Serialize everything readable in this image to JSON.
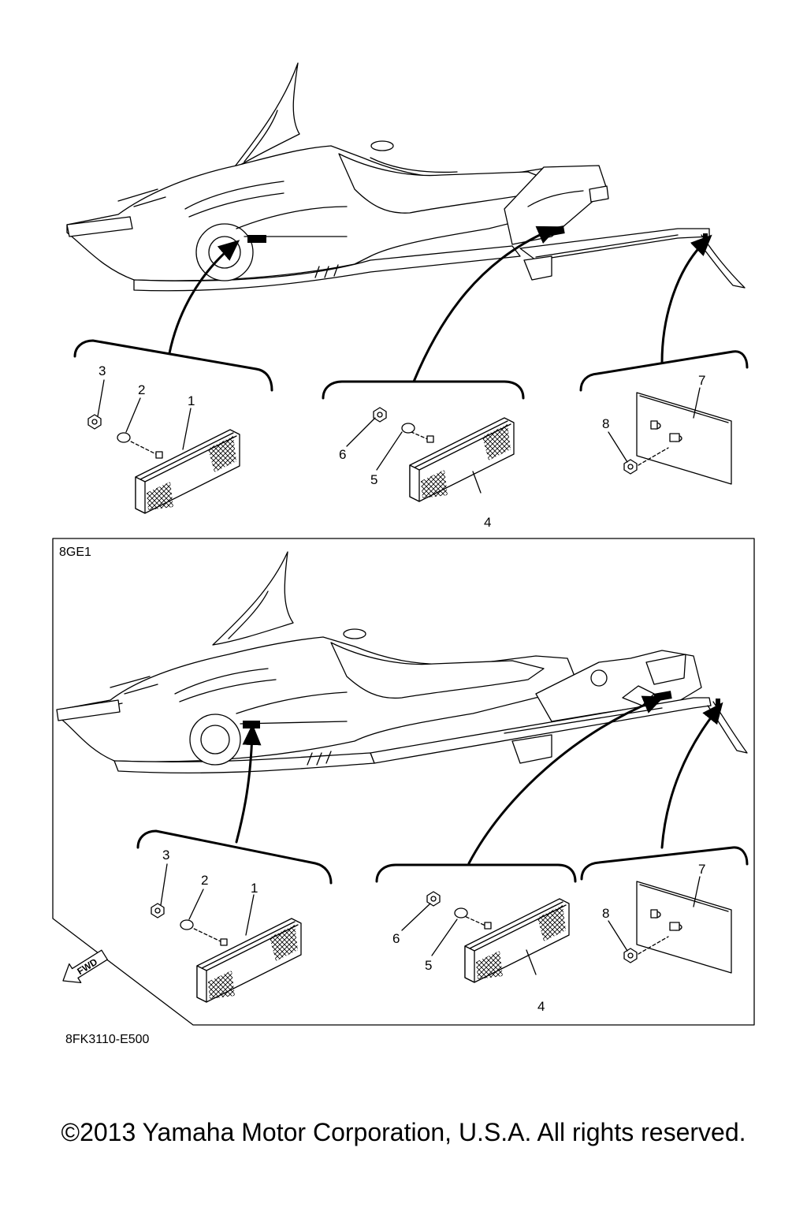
{
  "diagram": {
    "variant_code": "8GE1",
    "figure_code": "8FK3110-E500",
    "fwd_label": "FWD",
    "callouts": [
      "1",
      "2",
      "3",
      "4",
      "5",
      "6",
      "7",
      "8"
    ]
  },
  "footer": {
    "copyright": "©2013 Yamaha Motor Corporation, U.S.A. All rights reserved."
  }
}
